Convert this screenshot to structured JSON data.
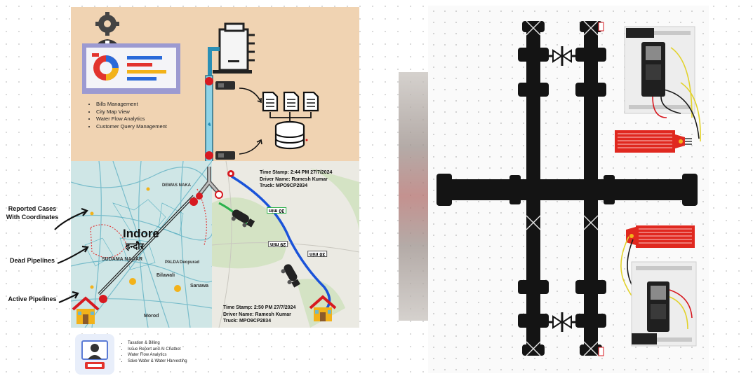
{
  "left_labels": {
    "reported_cases": "Reported Cases With Coordinates",
    "dead_pipelines": "Dead Pipelines",
    "active_pipelines": "Active Pipelines"
  },
  "admin_features": [
    "Bills Management",
    "City Map View",
    "Water Flow Analytics",
    "Customer Query Management"
  ],
  "citizen_features": [
    "Taxation & Billing",
    "Issue Report and AI Chatbot",
    "Water Flow Analytics",
    "Save Water & Water Harvesting"
  ],
  "map_text": {
    "city_en": "Indore",
    "city_hi": "इन्दौर",
    "dewas_naka": "DEWAS NAKA",
    "sudama_nagar": "SUDAMA NAGAR",
    "palda": "PALDA",
    "bilawali": "Bilawali",
    "sanawadia": "Sanawa",
    "morod": "Morod",
    "deopuradi": "Deopurad"
  },
  "trip_top": {
    "timestamp": "Time Stamp: 2:44 PM  27/7/2024",
    "driver": "Driver Name: Ramesh Kumar",
    "truck": "Truck: MPO9CP2834"
  },
  "trip_bottom": {
    "timestamp": "Time Stamp: 2:50 PM  27/7/2024",
    "driver": "Driver Name: Ramesh Kumar",
    "truck": "Truck: MPO9CP2834"
  },
  "eta_badges": [
    "30 min",
    "29 min",
    "30 min"
  ],
  "colors": {
    "top_panel": "#f0d3b2",
    "pipe": "#8fd3e6",
    "valve": "#d71920",
    "route": "#1a53d9",
    "pcb_red": "#e0281f",
    "board_black": "#141414"
  }
}
